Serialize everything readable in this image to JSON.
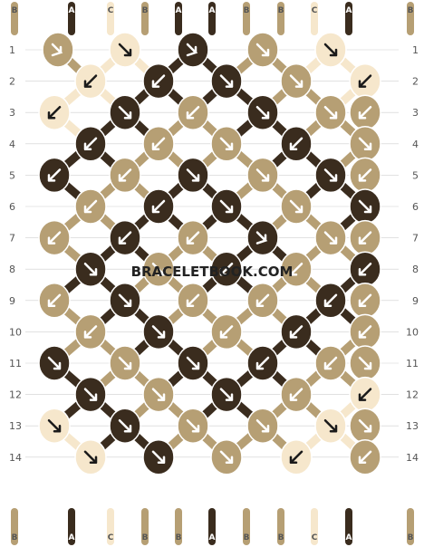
{
  "watermark": "BRACELETBOOK.COM",
  "colors": {
    "A": "#3a2c1e",
    "B": "#b69f74",
    "C": "#f6e7cc",
    "knot_stroke": "#ffffff",
    "grid": "#cfcfcf",
    "arrow": "#ffffff",
    "background": "#ffffff"
  },
  "strings_top": [
    "B",
    "A",
    "C",
    "B",
    "A",
    "A",
    "B",
    "B",
    "C",
    "A",
    "B"
  ],
  "strings_bottom": [
    "B",
    "A",
    "C",
    "B",
    "B",
    "A",
    "B",
    "B",
    "C",
    "A",
    "B"
  ],
  "row_numbers": [
    "1",
    "2",
    "3",
    "4",
    "5",
    "6",
    "7",
    "8",
    "9",
    "10",
    "11",
    "12",
    "13",
    "14"
  ],
  "knots": [
    [
      {
        "c": "B",
        "d": "rl"
      },
      {
        "c": "C",
        "d": "r"
      },
      {
        "c": "A",
        "d": "rl"
      },
      {
        "c": "B",
        "d": "r"
      },
      {
        "c": "C",
        "d": "r"
      }
    ],
    [
      {
        "c": "C",
        "d": "l"
      },
      {
        "c": "A",
        "d": "l"
      },
      {
        "c": "A",
        "d": "r"
      },
      {
        "c": "B",
        "d": "r"
      },
      {
        "c": "C",
        "d": "l"
      }
    ],
    [
      {
        "c": "C",
        "d": "l"
      },
      {
        "c": "A",
        "d": "r"
      },
      {
        "c": "B",
        "d": "l"
      },
      {
        "c": "A",
        "d": "r"
      },
      {
        "c": "B",
        "d": "r"
      },
      {
        "c": "B",
        "d": "l"
      }
    ],
    [
      {
        "c": "A",
        "d": "l"
      },
      {
        "c": "B",
        "d": "l"
      },
      {
        "c": "B",
        "d": "r"
      },
      {
        "c": "A",
        "d": "l"
      },
      {
        "c": "B",
        "d": "r"
      }
    ],
    [
      {
        "c": "A",
        "d": "l"
      },
      {
        "c": "B",
        "d": "l"
      },
      {
        "c": "A",
        "d": "r"
      },
      {
        "c": "B",
        "d": "r"
      },
      {
        "c": "A",
        "d": "r"
      },
      {
        "c": "B",
        "d": "l"
      }
    ],
    [
      {
        "c": "B",
        "d": "l"
      },
      {
        "c": "A",
        "d": "l"
      },
      {
        "c": "A",
        "d": "r"
      },
      {
        "c": "B",
        "d": "r"
      },
      {
        "c": "A",
        "d": "r"
      }
    ],
    [
      {
        "c": "B",
        "d": "l"
      },
      {
        "c": "A",
        "d": "l"
      },
      {
        "c": "B",
        "d": "l"
      },
      {
        "c": "A",
        "d": "rl"
      },
      {
        "c": "B",
        "d": "r"
      },
      {
        "c": "B",
        "d": "l"
      }
    ],
    [
      {
        "c": "A",
        "d": "r"
      },
      {
        "c": "B",
        "d": "r"
      },
      {
        "c": "A",
        "d": "l"
      },
      {
        "c": "B",
        "d": "l"
      },
      {
        "c": "A",
        "d": "l"
      }
    ],
    [
      {
        "c": "B",
        "d": "l"
      },
      {
        "c": "A",
        "d": "r"
      },
      {
        "c": "B",
        "d": "l"
      },
      {
        "c": "B",
        "d": "l"
      },
      {
        "c": "A",
        "d": "l"
      },
      {
        "c": "B",
        "d": "l"
      }
    ],
    [
      {
        "c": "B",
        "d": "l"
      },
      {
        "c": "A",
        "d": "r"
      },
      {
        "c": "B",
        "d": "l"
      },
      {
        "c": "A",
        "d": "l"
      },
      {
        "c": "B",
        "d": "l"
      }
    ],
    [
      {
        "c": "A",
        "d": "r"
      },
      {
        "c": "B",
        "d": "r"
      },
      {
        "c": "A",
        "d": "r"
      },
      {
        "c": "A",
        "d": "l"
      },
      {
        "c": "B",
        "d": "l"
      },
      {
        "c": "B",
        "d": "r"
      }
    ],
    [
      {
        "c": "A",
        "d": "r"
      },
      {
        "c": "B",
        "d": "r"
      },
      {
        "c": "A",
        "d": "r"
      },
      {
        "c": "B",
        "d": "l"
      },
      {
        "c": "C",
        "d": "l"
      }
    ],
    [
      {
        "c": "C",
        "d": "r"
      },
      {
        "c": "A",
        "d": "r"
      },
      {
        "c": "B",
        "d": "r"
      },
      {
        "c": "B",
        "d": "r"
      },
      {
        "c": "C",
        "d": "r"
      },
      {
        "c": "B",
        "d": "r"
      }
    ],
    [
      {
        "c": "C",
        "d": "r"
      },
      {
        "c": "A",
        "d": "r"
      },
      {
        "c": "B",
        "d": "r"
      },
      {
        "c": "C",
        "d": "l"
      },
      {
        "c": "B",
        "d": "l"
      }
    ]
  ]
}
